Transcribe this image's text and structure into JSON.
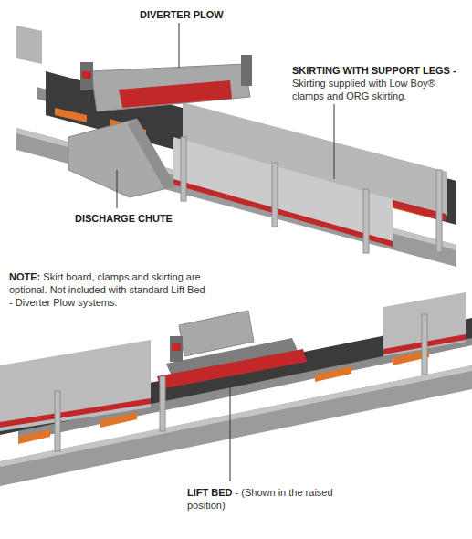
{
  "diagram": {
    "labels": [
      "DIVERTER PLOW",
      "SKIRTING WITH SUPPORT LEGS -",
      "Skirting supplied with Low Boy® clamps and ORG skirting.",
      "DISCHARGE CHUTE",
      "NOTE:",
      "Skirt board, clamps and skirting are optional. Not included with standard Lift Bed - Diverter Plow systems.",
      "LIFT BED",
      "- (Shown in the raised position)"
    ]
  }
}
